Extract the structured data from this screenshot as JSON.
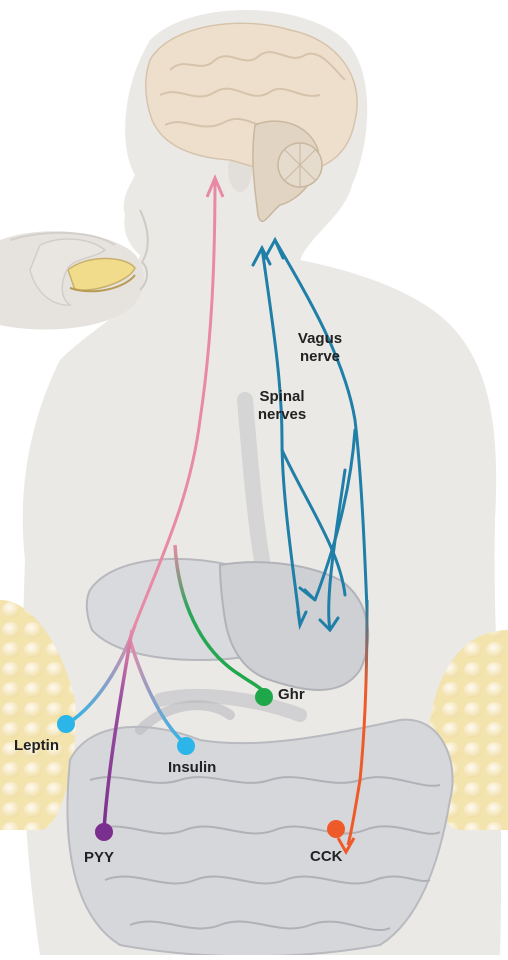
{
  "labels": {
    "vagus_line1": "Vagus",
    "vagus_line2": "nerve",
    "spinal_line1": "Spinal",
    "spinal_line2": "nerves",
    "ghr": "Ghr",
    "leptin": "Leptin",
    "insulin": "Insulin",
    "pyy": "PYY",
    "cck": "CCK"
  },
  "colors": {
    "pink_pathway": "#e88aa6",
    "blue_nerves": "#1f7fa8",
    "ghrelin_green": "#1fa84a",
    "leptin_blue": "#2bb5e8",
    "insulin_blue": "#2bb5e8",
    "pyy_purple": "#7a2f8f",
    "cck_orange": "#ee5a2a",
    "body_gray": "#e8e6e4",
    "brain_beige": "#eedfcc",
    "fat_yellow": "#f4e8b8",
    "organ_gray": "#c9cacd"
  }
}
